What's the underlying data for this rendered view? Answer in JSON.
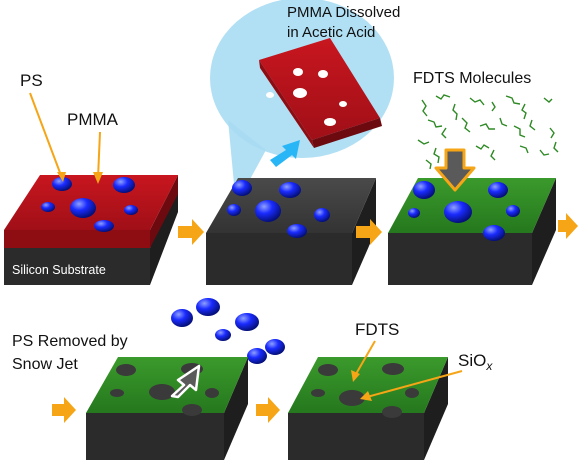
{
  "labels": {
    "ps": "PS",
    "pmma": "PMMA",
    "pmma_dissolved_line1": "PMMA Dissolved",
    "pmma_dissolved_line2": "in Acetic Acid",
    "fdts_molecules": "FDTS Molecules",
    "silicon_substrate": "Silicon Substrate",
    "ps_removed_line1": "PS Removed by",
    "ps_removed_line2": "Snow Jet",
    "fdts": "FDTS",
    "siox_base": "SiO",
    "siox_sub": "x"
  },
  "colors": {
    "pmma_red": "#b5121b",
    "ps_blue": "#1a2bff",
    "silicon_dark": "#3a3a3a",
    "fdts_green": "#2e8a24",
    "process_arrow": "#f5a516",
    "bubble": "#a9dcf3",
    "removal_arrow": "#5a5a5a",
    "dissolve_arrow": "#29b6f6"
  }
}
